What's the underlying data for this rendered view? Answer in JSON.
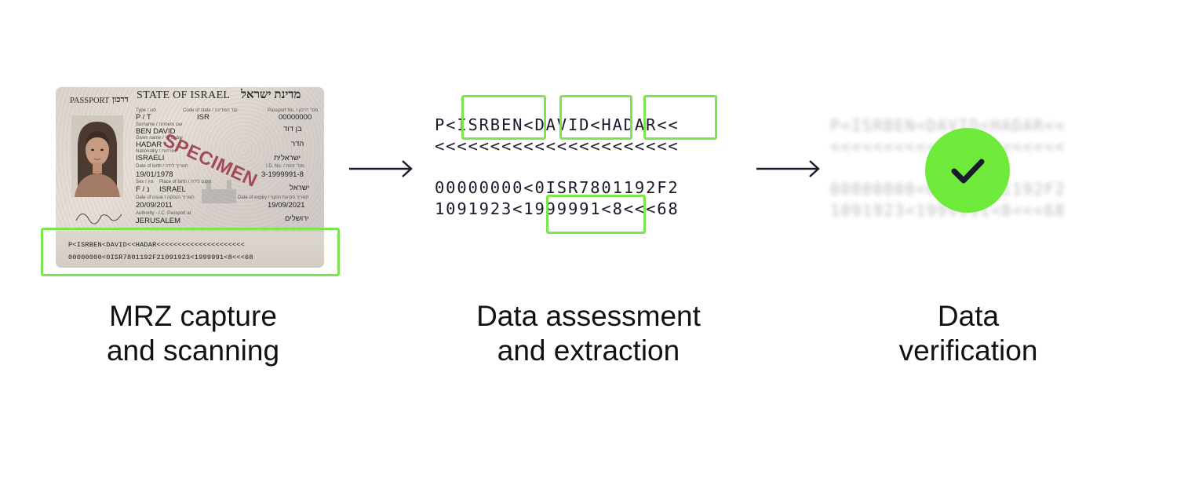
{
  "passport": {
    "passport_label": "PASSPORT",
    "passport_label_he": "דרכון",
    "country_title": "STATE OF ISRAEL",
    "country_title_he": "מדינת ישראל",
    "type_label": "Type / סוג",
    "type_value": "P / T",
    "country_code_label": "Code of state / קוד המדינה",
    "country_code_value": "ISR",
    "passport_no_label": "Passport No. / מס׳ דרכון",
    "passport_no_value": "00000000",
    "surname_label": "Surname / שם משפחה",
    "surname_value": "BEN DAVID",
    "surname_value_he": "בן דוד",
    "given_label": "Given name / שם פרטי",
    "given_value": "HADAR",
    "given_value_he": "הדר",
    "nationality_label": "Nationality / אזרחות",
    "nationality_value": "ISRAELI",
    "nationality_value_he": "ישראלית",
    "dob_label": "Date of birth / תאריך לידה",
    "dob_value": "19/01/1978",
    "id_label": "I.D. No. / מס׳ זהות",
    "id_value": "3-1999991-8",
    "sex_label": "Sex / מין",
    "sex_value": "F / נ",
    "pob_label": "Place of birth / מקום לידה",
    "pob_value": "ISRAEL",
    "pob_value_he": "ישראל",
    "issue_label": "Date of issue / תאריך הנפקה",
    "issue_value": "20/09/2011",
    "expiry_label": "Date of expiry / תאריך פקיעת תוקף",
    "expiry_value": "19/09/2021",
    "authority_label": "Authority - I.C. Passport at",
    "authority_value": "JERUSALEM",
    "authority_value_he": "ירושלים",
    "specimen": "SPECIMEN",
    "mrz_line_1": "P<ISRBEN<DAVID<<HADAR<<<<<<<<<<<<<<<<<<<<<",
    "mrz_line_2": "00000000<0ISR7801192F21091923<1999991<8<<<68"
  },
  "extraction": {
    "line_1": "P<ISRBEN<DAVID<HADAR<<",
    "line_2": "<<<<<<<<<<<<<<<<<<<<<<",
    "line_3": "00000000<0ISR7801192F2",
    "line_4": "1091923<1999991<8<<<68"
  },
  "verification": {
    "line_1": "P<ISRBEN<DAVID<HADAR<<",
    "line_2": "<<<<<<<<<<<<<<<<<<<<<<",
    "line_3": "00000000<0ISR7801192F2",
    "line_4": "1091923<1999991<8<<<68",
    "check_icon": "check-icon"
  },
  "colors": {
    "highlight_green": "#7ce64f",
    "check_green": "#6eea3b",
    "text_dark": "#1a1a2c"
  },
  "steps": [
    {
      "line_1": "MRZ capture",
      "line_2": "and scanning"
    },
    {
      "line_1": "Data assessment",
      "line_2": "and extraction"
    },
    {
      "line_1": "Data",
      "line_2": "verification"
    }
  ]
}
